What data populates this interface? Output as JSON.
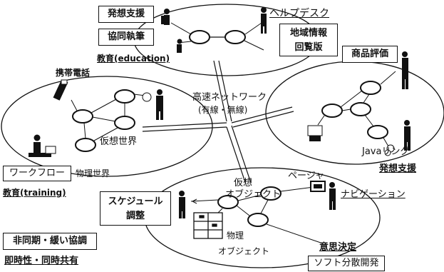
{
  "labels": {
    "idea_support_top": "発想支援",
    "collab_writing": "協同執筆",
    "education_edu": "教育(education)",
    "helpdesk": "ヘルプデスク",
    "regional_info": "地域情報",
    "circulation": "回覧版",
    "product_review": "商品評価",
    "mobile_phone": "携帯電話",
    "highspeed_network": "高速ネットワーク",
    "wired_wireless": "(有線・無線)",
    "virtual_world": "仮想世界",
    "java_ring": "Javaリング",
    "workflow": "ワークフロー",
    "physical_world": "物理世界",
    "idea_support_right": "発想支援",
    "education_training": "教育(training)",
    "virtual": "仮想",
    "object_top": "オブジェクト",
    "pager": "ページャ",
    "navigation": "ナビゲーション",
    "schedule_line1": "スケジュール",
    "schedule_line2": "調整",
    "physical": "物理",
    "object_bottom": "オブジェクト",
    "async_collab": "非同期・緩い協調",
    "realtime_share": "即時性・同時共有",
    "decision_making": "意思決定",
    "software_dev": "ソフト分散開発"
  }
}
